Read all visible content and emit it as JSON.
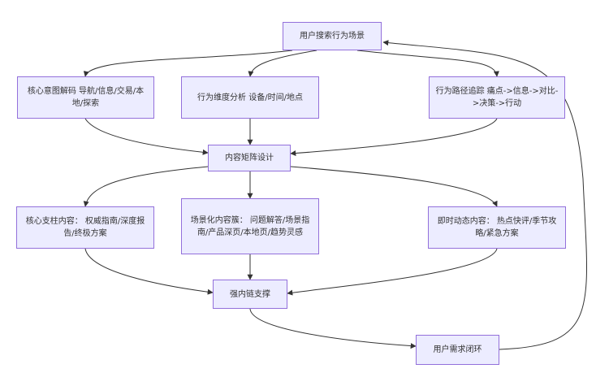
{
  "diagram": {
    "colors": {
      "node_fill": "#ECECFF",
      "node_border": "#9370DB",
      "edge": "#333333",
      "text": "#333333"
    },
    "nodes": {
      "start": "用户搜索行为场景",
      "intent": "核心意图解码 导航/信息/交易/本地/探索",
      "dimension": "行为维度分析 设备/时间/地点",
      "path": "行为路径追踪 痛点->信息->对比->决策->行动",
      "matrix": "内容矩阵设计",
      "pillar": "核心支柱内容： 权威指南/深度报告/终极方案",
      "cluster": "场景化内容簇： 问题解答/场景指南/产品深页/本地页/趋势灵感",
      "dynamic": "即时动态内容： 热点快评/季节攻略/紧急方案",
      "links": "强内链支撑",
      "loop": "用户需求闭环"
    }
  }
}
